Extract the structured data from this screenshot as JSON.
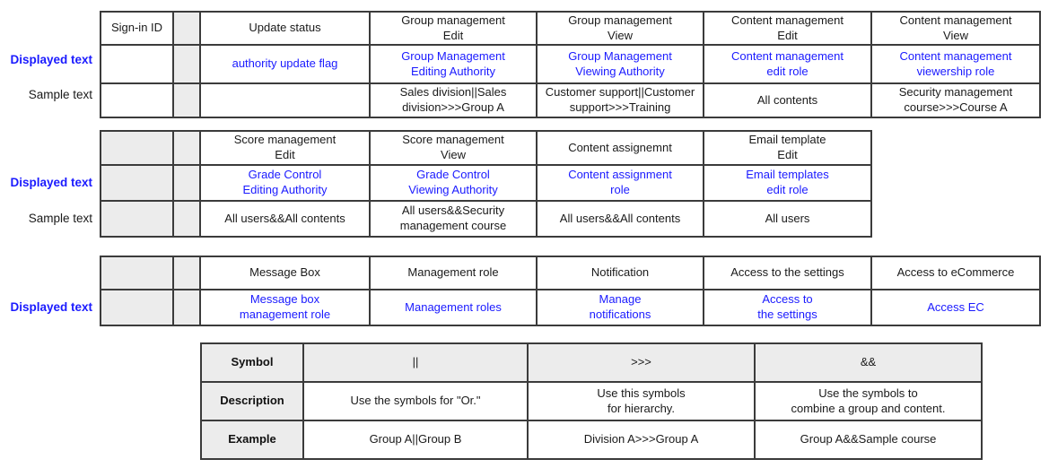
{
  "labels": {
    "displayed": "Displayed text",
    "sample": "Sample text"
  },
  "colors": {
    "accent_blue": "#1a1aff",
    "border": "#3b3b3b",
    "shaded_cell": "#ececec"
  },
  "table1": {
    "header": [
      "Sign-in ID",
      "",
      "Update status",
      "Group management\nEdit",
      "Group management\nView",
      "Content management\nEdit",
      "Content management\nView"
    ],
    "displayed": [
      "",
      "",
      "authority update flag",
      "Group Management\nEditing Authority",
      "Group Management\nViewing Authority",
      "Content management\nedit role",
      "Content management\nviewership role"
    ],
    "sample": [
      "",
      "",
      "",
      "Sales division||Sales\ndivision>>>Group A",
      "Customer support||Customer\nsupport>>>Training",
      "All contents",
      "Security management\ncourse>>>Course A"
    ]
  },
  "table2": {
    "header": [
      "",
      "",
      "Score management\nEdit",
      "Score management\nView",
      "Content assignemnt",
      "Email template\nEdit"
    ],
    "displayed": [
      "",
      "",
      "Grade Control\nEditing Authority",
      "Grade Control\nViewing Authority",
      "Content assignment\nrole",
      "Email templates\nedit role"
    ],
    "sample": [
      "",
      "",
      "All users&&All contents",
      "All users&&Security\nmanagement course",
      "All users&&All contents",
      "All users"
    ]
  },
  "table3": {
    "header": [
      "",
      "",
      "Message Box",
      "Management role",
      "Notification",
      "Access to the settings",
      "Access to eCommerce"
    ],
    "displayed": [
      "",
      "",
      "Message box\nmanagement role",
      "Management roles",
      "Manage\nnotifications",
      "Access to\nthe settings",
      "Access EC"
    ]
  },
  "symbol_table": {
    "header": [
      "Symbol",
      "||",
      ">>>",
      "&&"
    ],
    "description": [
      "Description",
      "Use the symbols for \"Or.\"",
      "Use this symbols\nfor hierarchy.",
      "Use the symbols to\ncombine a group and content."
    ],
    "example": [
      "Example",
      "Group A||Group B",
      "Division A>>>Group A",
      "Group A&&Sample course"
    ]
  }
}
